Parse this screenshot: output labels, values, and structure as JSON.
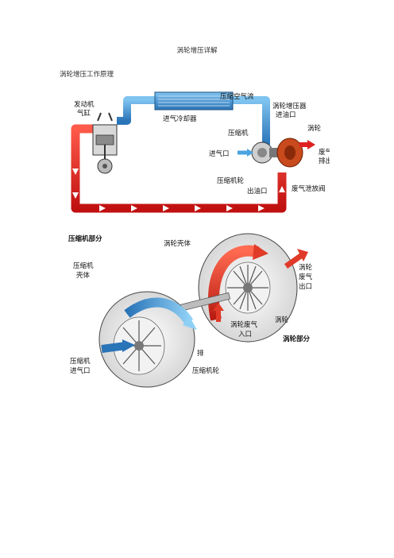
{
  "document": {
    "title": "涡轮增压详解",
    "section_heading": "涡轮增压工作原理"
  },
  "figure1": {
    "labels": {
      "engine_cylinder": [
        "发动机",
        "气缸"
      ],
      "compressed_air": "压缩空气流",
      "intercooler": "进气冷却器",
      "turbo_oil_inlet": [
        "涡轮增压器",
        "进油口"
      ],
      "compressor": "压缩机",
      "turbine": "涡轮",
      "intake": "进气口",
      "exhaust_out": [
        "废气",
        "排出"
      ],
      "compressor_wheel": "压缩机轮",
      "oil_outlet": "出油口",
      "wastegate": "废气泄放阀"
    },
    "colors": {
      "hot": "#e02020",
      "cold": "#4aa3df",
      "intercooler": "#2a74b8"
    }
  },
  "figure2": {
    "labels": {
      "compressor_section": "压缩机部分",
      "turbine_housing": "涡轮壳体",
      "compressor_housing": [
        "压缩机",
        "壳体"
      ],
      "turbine_exhaust_out": [
        "涡轮",
        "废气",
        "出口"
      ],
      "turbine_exhaust_in": [
        "涡轮废气",
        "入口"
      ],
      "turbine_wheel": "涡轮",
      "turbine_section": "涡轮部分",
      "discharge": "排",
      "compressor_intake": [
        "压缩机",
        "进气口"
      ],
      "compressor_wheel": "压缩机轮"
    }
  }
}
